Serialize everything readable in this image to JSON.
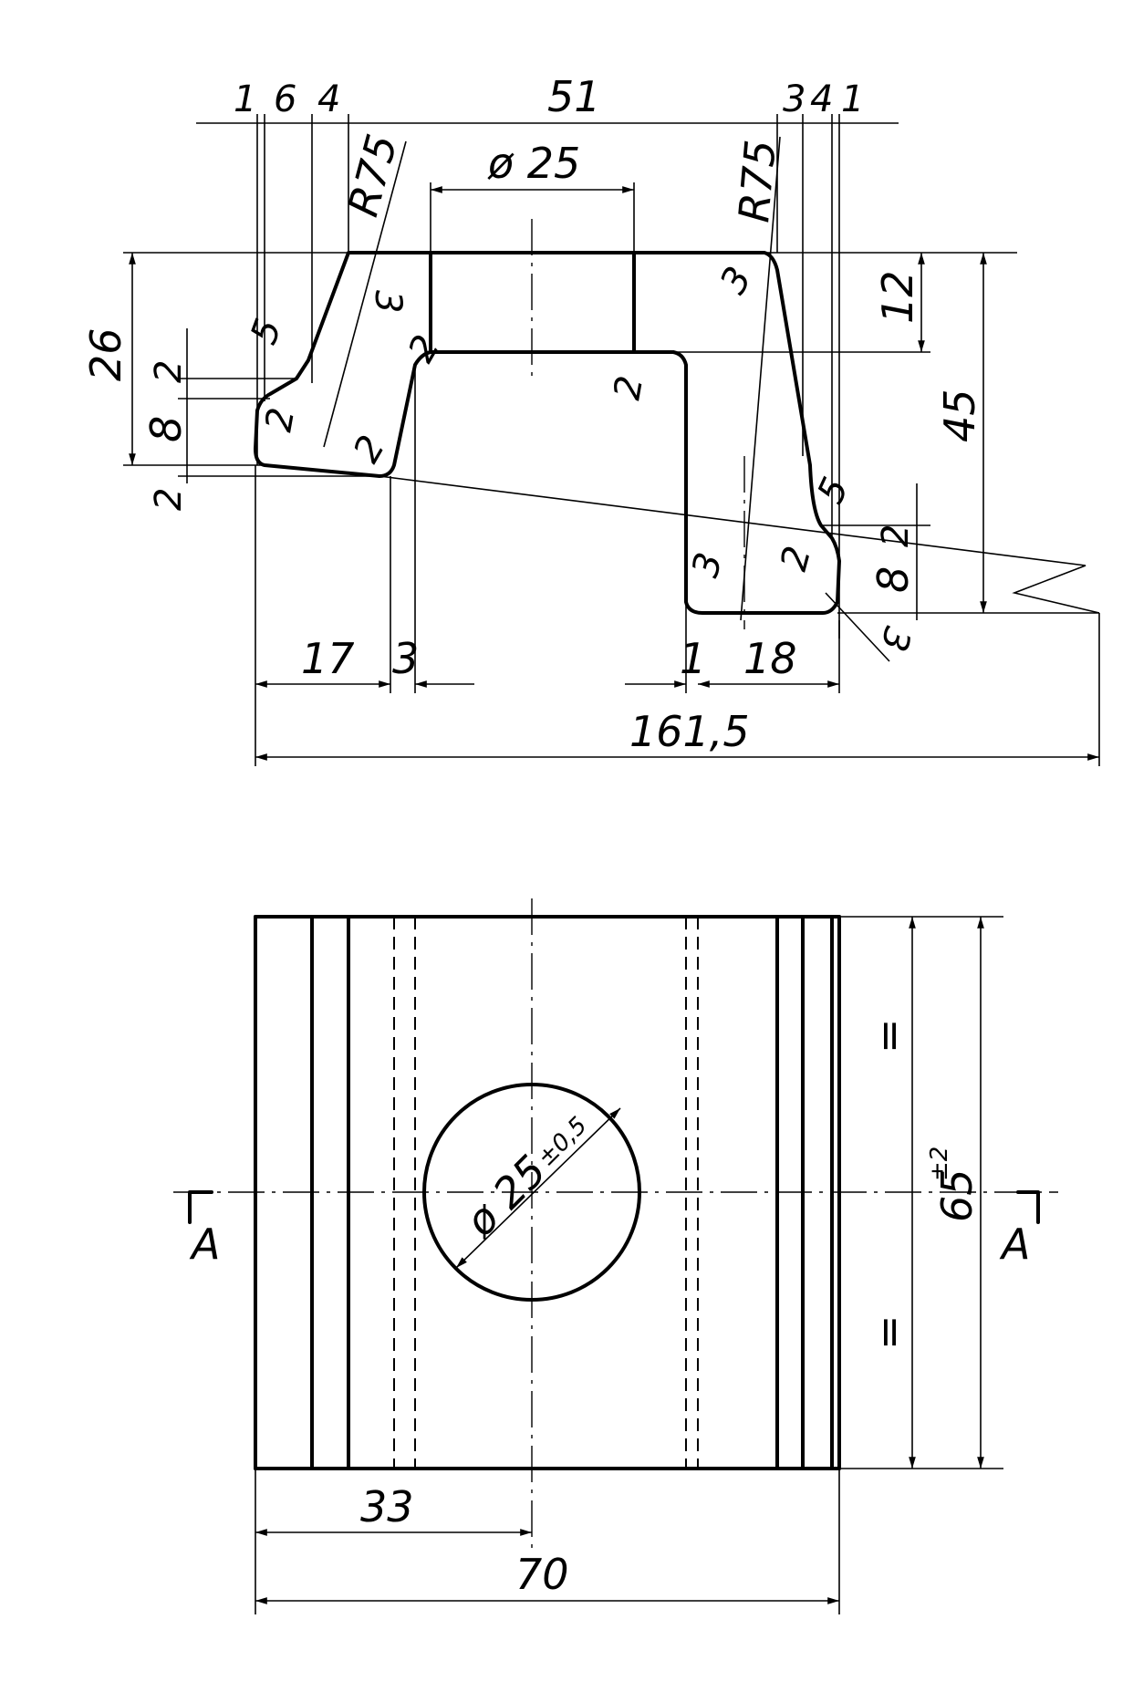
{
  "section_view": {
    "top_dims": [
      "1",
      "6",
      "4",
      "51",
      "3",
      "4",
      "1"
    ],
    "bore_dim": "ø 25",
    "radius_left": "R75",
    "radius_right": "R75",
    "left_dims": [
      "26",
      "2",
      "8",
      "2"
    ],
    "right_dims": [
      "12",
      "45",
      "8",
      "2"
    ],
    "bottom_dims": [
      "17",
      "3",
      "1",
      "18"
    ],
    "overall_width": "161,5",
    "fillets": [
      "3",
      "5",
      "2",
      "2",
      "2",
      "2",
      "3",
      "3",
      "5",
      "2",
      "3"
    ]
  },
  "plan_view": {
    "hole_dim": "ø 25",
    "hole_tol": "±0,5",
    "height_dim": "65",
    "height_tol": "±2",
    "equal_marks": [
      "=",
      "="
    ],
    "section_labels": [
      "A",
      "A"
    ],
    "bottom_dims": [
      "33",
      "70"
    ]
  }
}
